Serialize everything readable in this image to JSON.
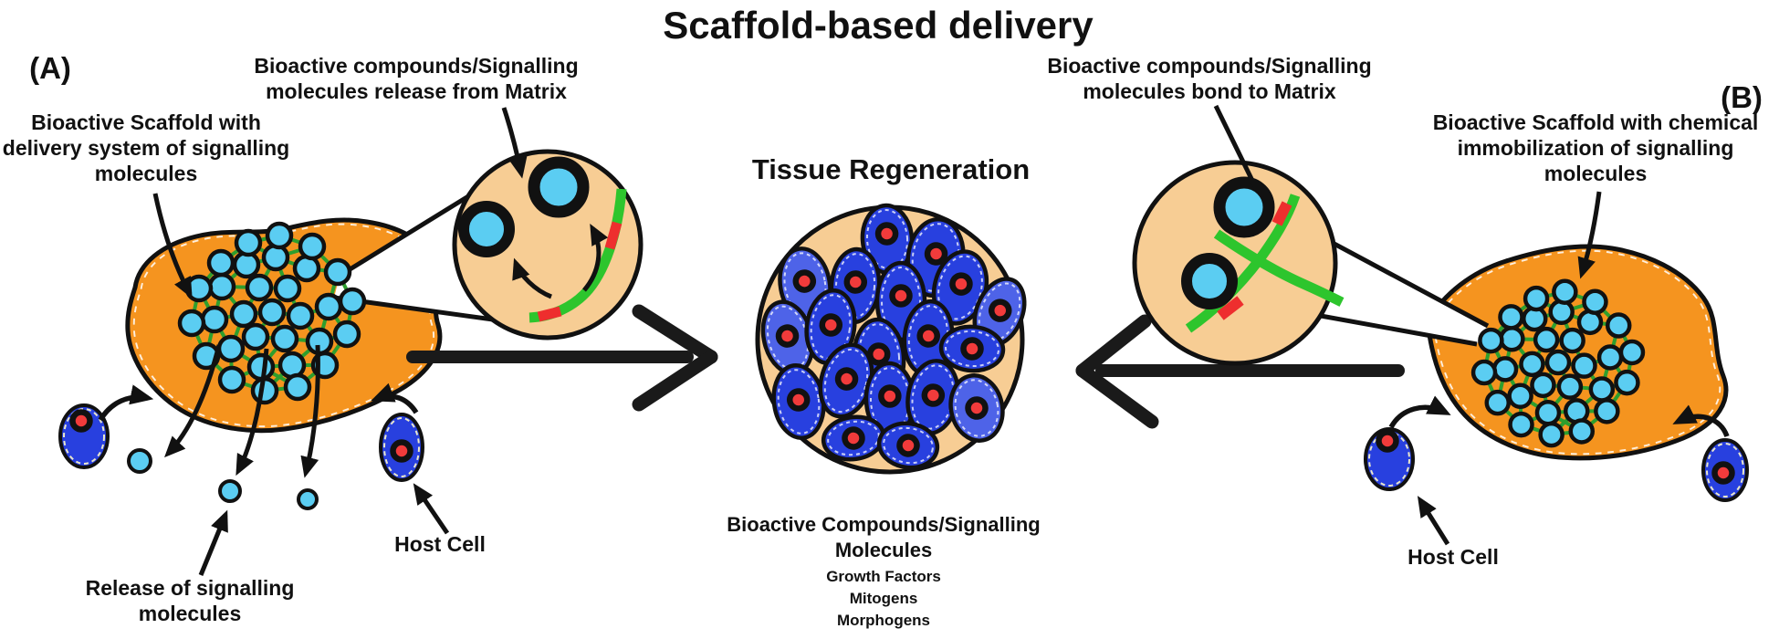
{
  "title": "Scaffold-based delivery",
  "colors": {
    "background": "#FFFFFF",
    "ink": "#111111",
    "scaffold_orange": "#F5941F",
    "matrix_tan": "#F7CD94",
    "molecule_cyan": "#5BCDF2",
    "web_green": "#2E9E2E",
    "strand_green": "#2DC52D",
    "bond_red": "#EE2E2E",
    "cell_blue": "#2840DF",
    "cell_blue_light": "#4E63E8",
    "nucleus_red": "#F23B3B"
  },
  "panel_a": {
    "label": "(A)",
    "zoom_caption_line1": "Bioactive compounds/Signalling",
    "zoom_caption_line2": "molecules release from Matrix",
    "scaffold_caption_line1": "Bioactive Scaffold with",
    "scaffold_caption_line2": "delivery system of signalling",
    "scaffold_caption_line3": "molecules",
    "release_caption_line1": "Release of signalling",
    "release_caption_line2": "molecules",
    "host_cell_caption": "Host Cell"
  },
  "center": {
    "title": "Tissue Regeneration",
    "caption_line1": "Bioactive Compounds/Signalling",
    "caption_line2": "Molecules",
    "sub_items": [
      "Growth Factors",
      "Mitogens",
      "Morphogens"
    ]
  },
  "panel_b": {
    "label": "(B)",
    "zoom_caption_line1": "Bioactive compounds/Signalling",
    "zoom_caption_line2": "molecules bond to Matrix",
    "scaffold_caption_line1": "Bioactive Scaffold with chemical",
    "scaffold_caption_line2": "immobilization of signalling",
    "scaffold_caption_line3": "molecules",
    "host_cell_caption": "Host Cell"
  }
}
